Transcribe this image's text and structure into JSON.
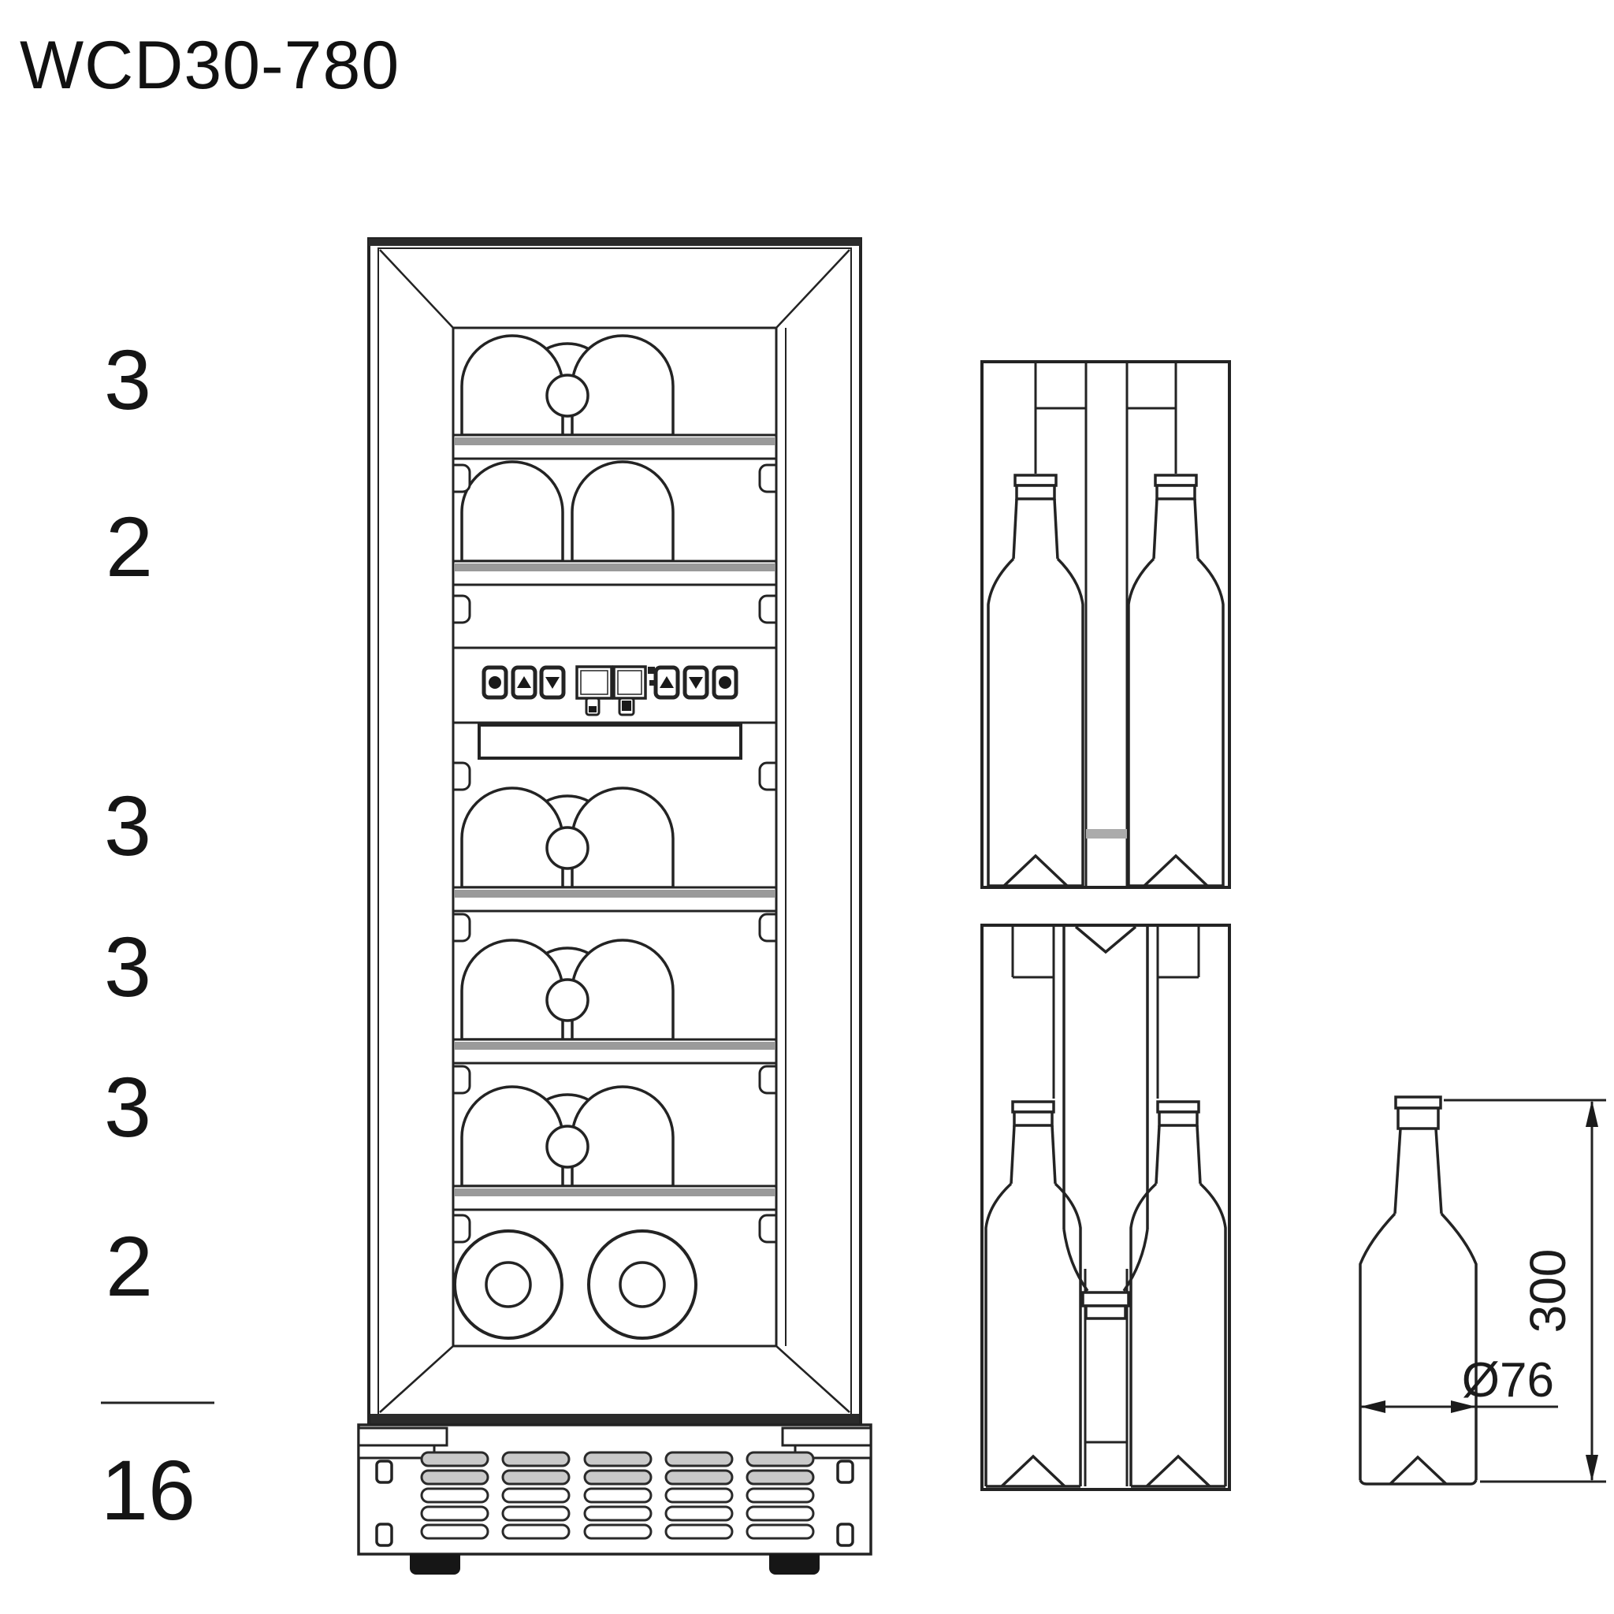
{
  "title": "WCD30-780",
  "capacity_column": {
    "shelf_counts": [
      "3",
      "2",
      "3",
      "3",
      "3",
      "2"
    ],
    "total_label": "16"
  },
  "bottle_dimensions": {
    "height": "300",
    "diameter": "Ø76"
  },
  "control_panel": {
    "left_buttons": [
      "power-icon",
      "up-arrow-icon",
      "down-arrow-icon"
    ],
    "displays": [
      "upper-zone-display",
      "lower-zone-display"
    ],
    "right_buttons": [
      "up-arrow-icon",
      "down-arrow-icon",
      "light-icon"
    ],
    "indicators": [
      "compressor-indicator",
      "fan-indicator"
    ]
  },
  "colors": {
    "line": "#232323",
    "shelf_gray": "#9a9a9a",
    "vent_gray": "#c9c9c9",
    "background": "#ffffff"
  }
}
